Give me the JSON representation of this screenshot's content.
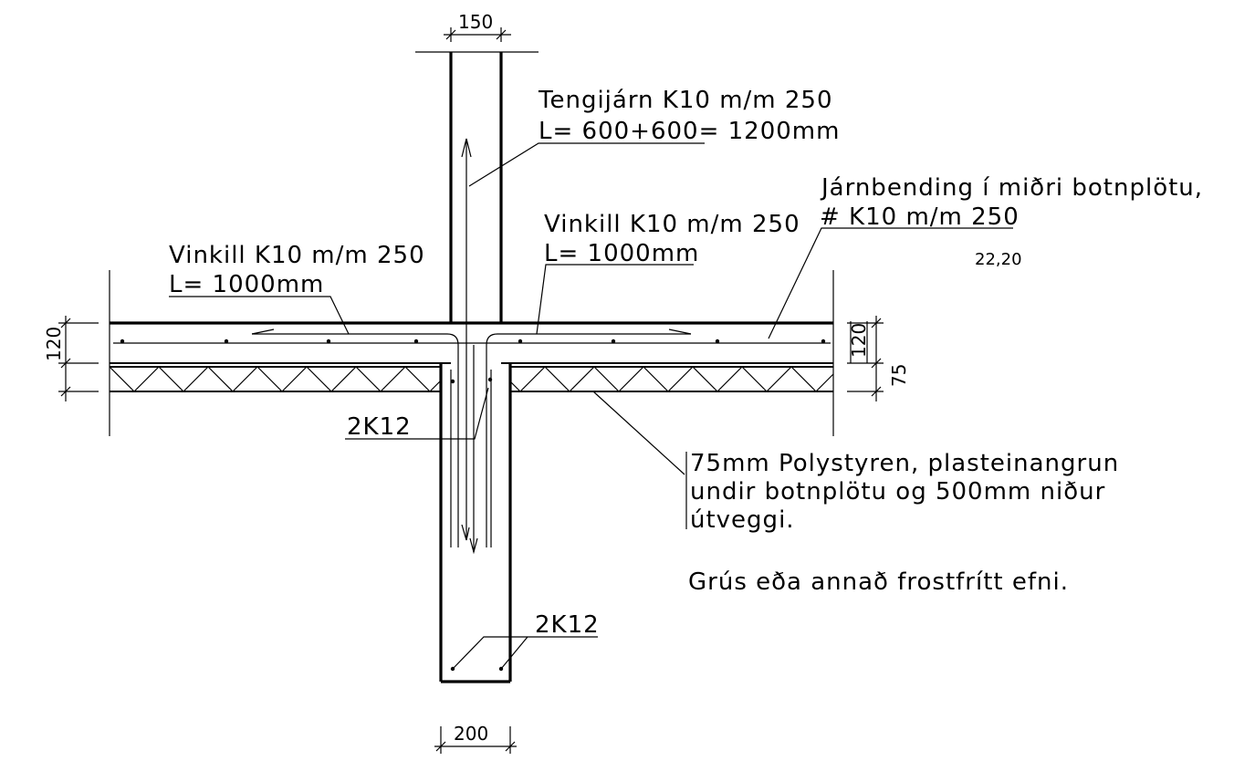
{
  "dimensions": {
    "wall_width": "150",
    "foundation_width": "200",
    "slab_thickness_left": "120",
    "slab_thickness_right": "120",
    "insulation_thickness": "75"
  },
  "labels": {
    "tie_bar_line1": "Tengijárn K10 m/m 250",
    "tie_bar_line2": "L= 600+600= 1200mm",
    "mesh_line1": "Járnbending í miðri botnplötu,",
    "mesh_line2": "# K10 m/m 250",
    "elevation": "22,20",
    "angle_bar_right_line1": "Vinkill K10 m/m 250",
    "angle_bar_right_line2": "L= 1000mm",
    "angle_bar_left_line1": "Vinkill K10 m/m 250",
    "angle_bar_left_line2": "L= 1000mm",
    "top_bars": "2K12",
    "bottom_bars": "2K12",
    "insulation_line1": "75mm Polystyren, plasteinangrun",
    "insulation_line2": "undir botnplötu og 500mm niður",
    "insulation_line3": "útveggi.",
    "gravel": "Grús eða annað frostfrítt efni."
  }
}
